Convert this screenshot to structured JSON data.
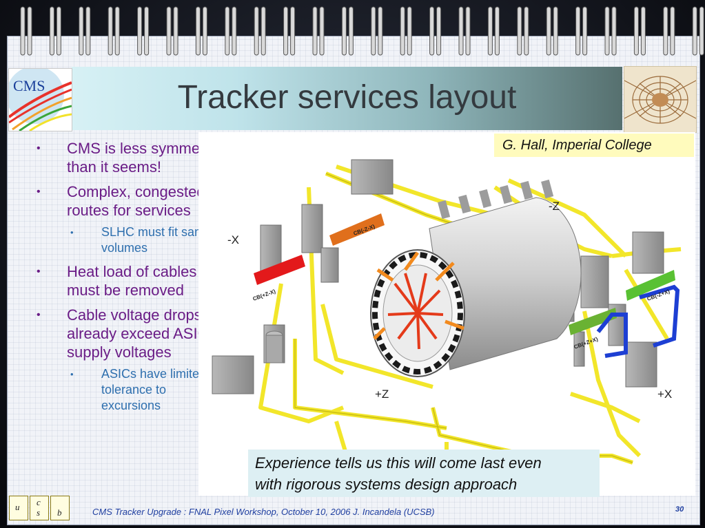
{
  "slide": {
    "title": "Tracker services layout",
    "credit": "G. Hall, Imperial College",
    "callout_line1": "Experience tells us this will come last even",
    "callout_line2": "with rigorous systems design approach",
    "footer": "CMS Tracker Upgrade : FNAL Pixel Workshop, October 10, 2006   J. Incandela (UCSB)",
    "page_number": "30"
  },
  "logos": {
    "cms": "CMS",
    "csb": [
      "u",
      "c",
      "s",
      "b"
    ]
  },
  "bullets": [
    {
      "text": "CMS is less symmetric than it seems!",
      "level": 1
    },
    {
      "text": "Complex, congested routes for services",
      "level": 1
    },
    {
      "text": "SLHC must fit same volumes",
      "level": 2
    },
    {
      "text": "Heat load of cables must be removed",
      "level": 1
    },
    {
      "text": "Cable voltage drops already exceed ASIC supply voltages",
      "level": 1
    },
    {
      "text": "ASICs have limited tolerance to excursions",
      "level": 2
    }
  ],
  "diagram": {
    "labels": {
      "minus_x": "-X",
      "minus_z": "-Z",
      "plus_z": "+Z",
      "plus_x": "+X",
      "cb_pz_mx": "CB(+Z-X)",
      "cb_mz_mx": "CB(-Z-X)",
      "cb_mz_px": "CB(-Z+X)",
      "cb_pz_px": "CB(+Z+X)"
    },
    "colors": {
      "cables": "#f2e62a",
      "red_bar": "#e3191b",
      "orange_bar": "#e06f1c",
      "green_bar": "#59c133",
      "blue_pipe": "#1d3fd3"
    }
  }
}
